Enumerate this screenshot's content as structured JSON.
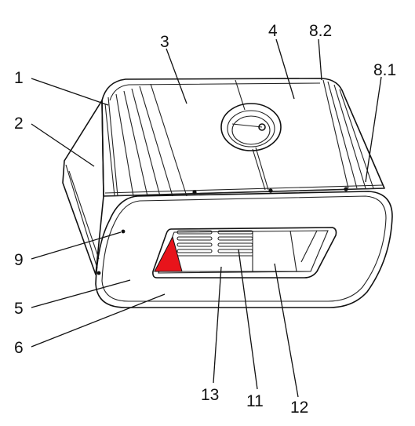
{
  "labels": {
    "l1": "1",
    "l2": "2",
    "l3": "3",
    "l4": "4",
    "l5": "5",
    "l6": "6",
    "l8_1": "8.1",
    "l8_2": "8.2",
    "l9": "9",
    "l11": "11",
    "l12": "12",
    "l13": "13"
  },
  "colors": {
    "highlight": "#e8141b",
    "line": "#111111",
    "background": "#ffffff"
  }
}
